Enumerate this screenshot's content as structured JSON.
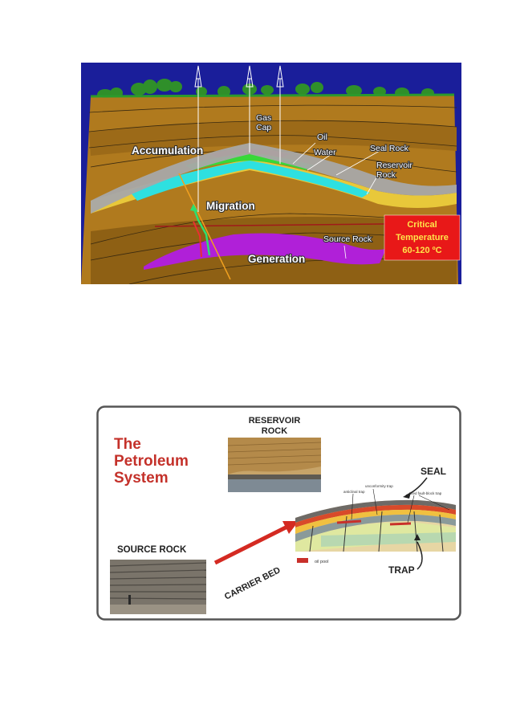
{
  "figure1": {
    "labels": {
      "gas_cap_1": "Gas",
      "gas_cap_2": "Cap",
      "oil": "Oil",
      "water": "Water",
      "seal_rock": "Seal Rock",
      "reservoir_rock_1": "Reservoir",
      "reservoir_rock_2": "Rock",
      "accumulation": "Accumulation",
      "migration": "Migration",
      "source_rock": "Source Rock",
      "generation": "Generation"
    },
    "critical_box": {
      "line1": "Critical",
      "line2": "Temperature",
      "line3": "60-120 ºC"
    },
    "colors": {
      "background": "#1a1e9a",
      "sediment": "#b07a1e",
      "seal": "#a8a8a8",
      "reservoir": "#e8c83a",
      "water": "#2ee0e0",
      "oil": "#38d838",
      "gas": "#e83030",
      "source_rock": "#b020d8",
      "critical_box": "#e81818"
    }
  },
  "figure2": {
    "title_1": "The",
    "title_2": "Petroleum",
    "title_3": "System",
    "reservoir_rock_1": "RESERVOIR",
    "reservoir_rock_2": "ROCK",
    "seal": "SEAL",
    "source_rock": "SOURCE ROCK",
    "carrier_bed": "CARRIER BED",
    "trap": "TRAP",
    "anticlinal_trap": "anticlinal trap",
    "unconformity_trap": "unconformity trap",
    "tilted_fault_block_trap": "tilted fault-block trap",
    "oil_pool": "oil pool",
    "colors": {
      "title": "#c4312a",
      "arrow": "#d42a22",
      "oil_pool": "#c8302a",
      "border": "#555555"
    }
  }
}
